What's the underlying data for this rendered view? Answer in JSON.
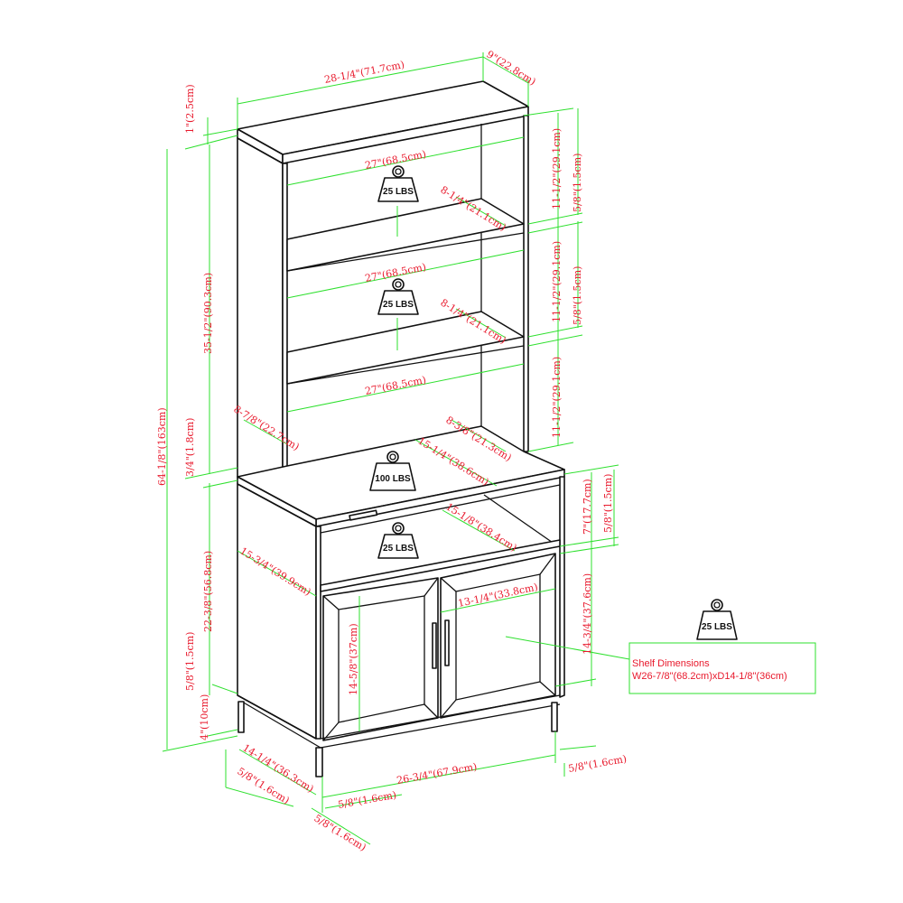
{
  "labels": {
    "overall_width": "28-1/4\"(71.7cm)",
    "overall_depth": "9\"(22.8cm)",
    "top_thickness": "1\"(2.5cm)",
    "shelf1_width": "27\"(68.5cm)",
    "shelf2_width": "27\"(68.5cm)",
    "shelf3_width": "27\"(68.5cm)",
    "shelf1_depth": "8-1/4\"(21.1cm)",
    "shelf2_depth": "8-1/4\"(21.1cm)",
    "opening1_height": "11-1/2\"(29.1cm)",
    "opening2_height": "11-1/2\"(29.1cm)",
    "opening3_height": "11-1/2\"(29.1cm)",
    "shelf1_thickness": "5/8\"(1.5cm)",
    "shelf2_thickness": "5/8\"(1.5cm)",
    "hutch_height": "35-1/2\"(90.3cm)",
    "total_height": "64-1/8\"(163cm)",
    "counter_thickness": "3/4\"(1.8cm)",
    "hutch_side_depth": "8-7/8\"(22.7cm)",
    "hutch_inner_depth": "8-3/8\"(21.3cm)",
    "counter_depth": "15-1/4\"(38.6cm)",
    "cubby_depth": "15-1/8\"(38.4cm)",
    "cabinet_side_depth": "15-3/4\"(39.9cm)",
    "cubby_height": "7\"(17.7cm)",
    "cubby_shelf_thickness": "5/8\"(1.5cm)",
    "door_width": "13-1/4\"(33.8cm)",
    "cabinet_inner_height": "14-3/4\"(37.6cm)",
    "door_height": "14-5/8\"(37cm)",
    "cabinet_height": "22-3/8\"(56.8cm)",
    "bottom_thickness": "5/8\"(1.5cm)",
    "leg_height": "4\"(10cm)",
    "base_width": "26-3/4\"(67.9cm)",
    "base_depth": "14-1/4\"(36.3cm)",
    "leg_left": "5/8\"(1.6cm)",
    "leg_front": "5/8\"(1.6cm)",
    "leg_front_depth": "5/8\"(1.6cm)",
    "leg_right": "5/8\"(1.6cm)"
  },
  "weights": {
    "shelf1": "25 LBS",
    "shelf2": "25 LBS",
    "counter": "100 LBS",
    "cubby": "25 LBS",
    "cabinet_shelf": "25 LBS"
  },
  "shelf_dimensions": {
    "title": "Shelf Dimensions",
    "value": "W26-7/8\"(68.2cm)xD14-1/8\"(36cm)"
  }
}
